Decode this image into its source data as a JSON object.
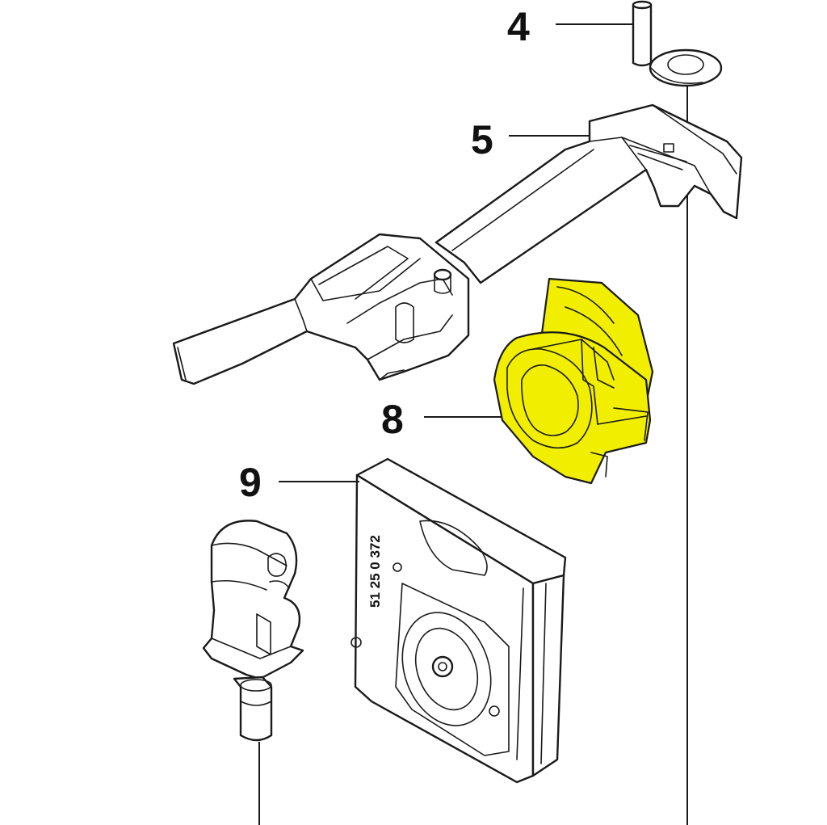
{
  "diagram": {
    "callouts": [
      {
        "id": "4",
        "label": "4"
      },
      {
        "id": "5",
        "label": "5"
      },
      {
        "id": "8",
        "label": "8"
      },
      {
        "id": "9",
        "label": "9"
      }
    ],
    "housing_code": "51 25 0 372",
    "highlight_color": "#f2ee00",
    "highlighted_part": "8"
  }
}
